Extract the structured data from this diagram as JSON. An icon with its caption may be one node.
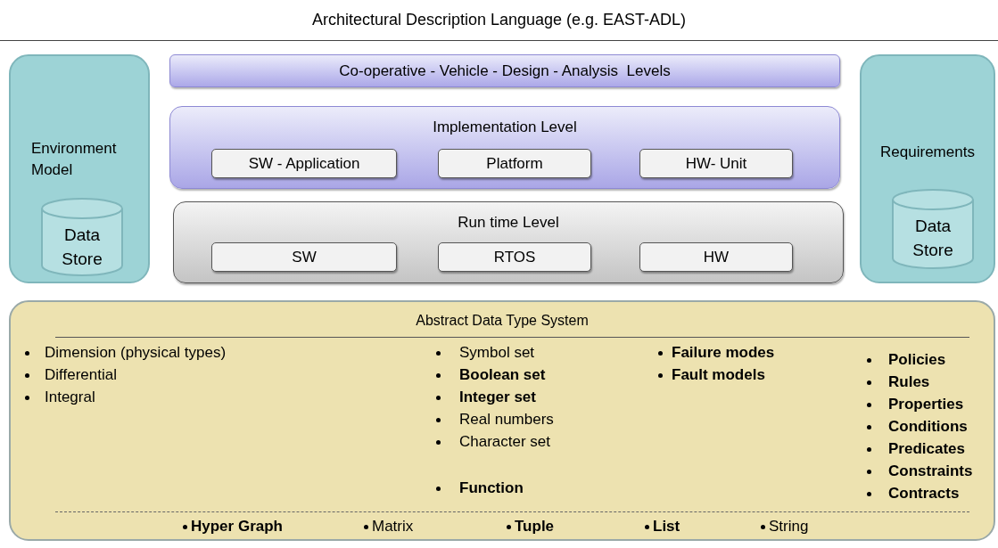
{
  "diagram": {
    "title": "Architectural Description Language (e.g. EAST-ADL)",
    "nodes": [
      {
        "text": [
          "Environment Model"
        ]
      },
      {
        "text": [
          "Data Store"
        ],
        "in": 0
      },
      {
        "text": [
          "Co-operative - Vehicle - Design - Analysis  Levels"
        ]
      },
      {
        "text": [
          "Implementation Level"
        ]
      },
      {
        "text": [
          "SW - Application"
        ],
        "in": 3
      },
      {
        "text": [
          "Platform"
        ],
        "in": 3
      },
      {
        "text": [
          "HW- Unit"
        ],
        "in": 3
      },
      {
        "text": [
          "Run time Level"
        ]
      },
      {
        "text": [
          "SW"
        ],
        "in": 7
      },
      {
        "text": [
          "RTOS"
        ],
        "in": 7
      },
      {
        "text": [
          "HW"
        ],
        "in": 7
      },
      {
        "text": [
          "Requirements"
        ]
      },
      {
        "text": [
          "Data Store"
        ],
        "in": 11
      },
      {
        "text": [
          "Abstract Data Type System",
          "Dimension (physical types)",
          "Differential",
          "Integral",
          "Symbol set",
          "Boolean set",
          "Integer set",
          "Real numbers",
          "Character set",
          "Function",
          "Failure modes",
          "Fault models",
          "Policies",
          "Rules",
          "Properties",
          "Conditions",
          "Predicates",
          "Constraints",
          "Contracts",
          "Hyper Graph",
          "Matrix",
          "Tuple",
          "List",
          "String"
        ]
      }
    ]
  }
}
